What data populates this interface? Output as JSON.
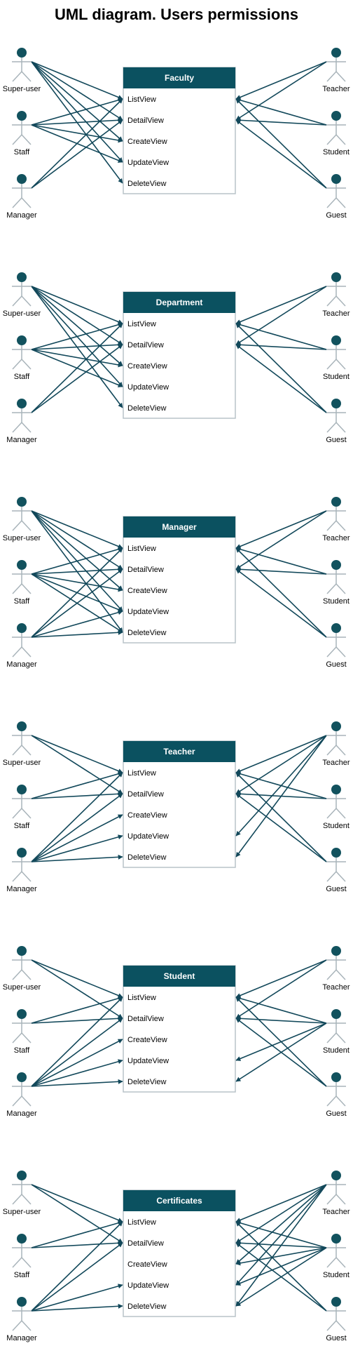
{
  "title": "UML diagram. Users permissions",
  "colors": {
    "header": "#0b5160",
    "line": "#12485a",
    "actor_head": "#12525e",
    "actor_body": "#a9b4ba",
    "box_border": "#b9c3c9"
  },
  "actors_left": [
    "Super-user",
    "Staff",
    "Manager"
  ],
  "actors_right": [
    "Teacher",
    "Student",
    "Guest"
  ],
  "views": [
    "ListView",
    "DetailView",
    "CreateView",
    "UpdateView",
    "DeleteView"
  ],
  "diagrams": [
    {
      "entity": "Faculty",
      "left_links": [
        [
          0,
          0
        ],
        [
          0,
          1
        ],
        [
          0,
          2
        ],
        [
          0,
          3
        ],
        [
          0,
          4
        ],
        [
          1,
          0
        ],
        [
          1,
          1
        ],
        [
          1,
          2
        ],
        [
          1,
          3
        ],
        [
          2,
          0
        ],
        [
          2,
          1
        ]
      ],
      "right_links": [
        [
          0,
          0
        ],
        [
          0,
          1
        ],
        [
          1,
          0
        ],
        [
          1,
          1
        ],
        [
          2,
          0
        ],
        [
          2,
          1
        ]
      ]
    },
    {
      "entity": "Department",
      "left_links": [
        [
          0,
          0
        ],
        [
          0,
          1
        ],
        [
          0,
          2
        ],
        [
          0,
          3
        ],
        [
          0,
          4
        ],
        [
          1,
          0
        ],
        [
          1,
          1
        ],
        [
          1,
          2
        ],
        [
          1,
          3
        ],
        [
          2,
          0
        ],
        [
          2,
          1
        ]
      ],
      "right_links": [
        [
          0,
          0
        ],
        [
          0,
          1
        ],
        [
          1,
          0
        ],
        [
          1,
          1
        ],
        [
          2,
          0
        ],
        [
          2,
          1
        ]
      ]
    },
    {
      "entity": "Manager",
      "left_links": [
        [
          0,
          0
        ],
        [
          0,
          1
        ],
        [
          0,
          2
        ],
        [
          0,
          3
        ],
        [
          0,
          4
        ],
        [
          1,
          0
        ],
        [
          1,
          1
        ],
        [
          1,
          2
        ],
        [
          1,
          3
        ],
        [
          1,
          4
        ],
        [
          2,
          0
        ],
        [
          2,
          1
        ],
        [
          2,
          3
        ],
        [
          2,
          4
        ]
      ],
      "right_links": [
        [
          0,
          0
        ],
        [
          0,
          1
        ],
        [
          1,
          0
        ],
        [
          1,
          1
        ],
        [
          2,
          0
        ],
        [
          2,
          1
        ]
      ]
    },
    {
      "entity": "Teacher",
      "left_links": [
        [
          0,
          0
        ],
        [
          0,
          1
        ],
        [
          1,
          0
        ],
        [
          1,
          1
        ],
        [
          2,
          0
        ],
        [
          2,
          1
        ],
        [
          2,
          2
        ],
        [
          2,
          3
        ],
        [
          2,
          4
        ]
      ],
      "right_links": [
        [
          0,
          0
        ],
        [
          0,
          1
        ],
        [
          0,
          3
        ],
        [
          0,
          4
        ],
        [
          1,
          0
        ],
        [
          1,
          1
        ],
        [
          2,
          0
        ],
        [
          2,
          1
        ]
      ]
    },
    {
      "entity": "Student",
      "left_links": [
        [
          0,
          0
        ],
        [
          0,
          1
        ],
        [
          1,
          0
        ],
        [
          1,
          1
        ],
        [
          2,
          0
        ],
        [
          2,
          1
        ],
        [
          2,
          2
        ],
        [
          2,
          3
        ],
        [
          2,
          4
        ]
      ],
      "right_links": [
        [
          0,
          0
        ],
        [
          0,
          1
        ],
        [
          1,
          0
        ],
        [
          1,
          1
        ],
        [
          1,
          3
        ],
        [
          1,
          4
        ],
        [
          2,
          0
        ],
        [
          2,
          1
        ]
      ]
    },
    {
      "entity": "Certificates",
      "left_links": [
        [
          0,
          0
        ],
        [
          0,
          1
        ],
        [
          1,
          0
        ],
        [
          1,
          1
        ],
        [
          2,
          0
        ],
        [
          2,
          1
        ],
        [
          2,
          3
        ],
        [
          2,
          4
        ]
      ],
      "right_links": [
        [
          0,
          0
        ],
        [
          0,
          1
        ],
        [
          0,
          2
        ],
        [
          0,
          3
        ],
        [
          0,
          4
        ],
        [
          1,
          0
        ],
        [
          1,
          1
        ],
        [
          1,
          2
        ],
        [
          1,
          3
        ],
        [
          1,
          4
        ],
        [
          2,
          0
        ],
        [
          2,
          1
        ]
      ]
    }
  ]
}
